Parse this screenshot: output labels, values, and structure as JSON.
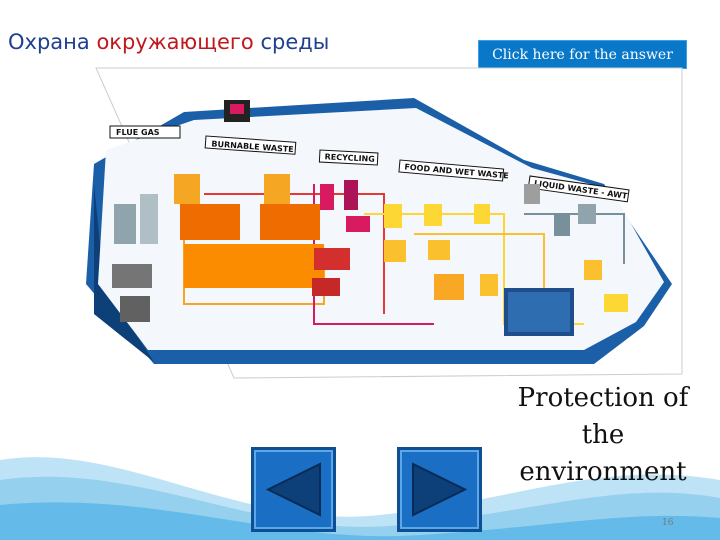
{
  "slide": {
    "title_part1": "Охрана ",
    "title_part2": "окружающего",
    "title_part3": " среды",
    "answer_button": "Click here for the answer",
    "caption_line1": "Protection of",
    "caption_line2": "the",
    "caption_line3": "environment",
    "page_number": "16"
  },
  "diagram": {
    "sections": {
      "flue_gas": "FLUE GAS",
      "burnable_waste": "BURNABLE WASTE",
      "recycling": "RECYCLING",
      "food_wet_waste": "FOOD AND WET WASTE",
      "liquid_waste": "LIQUID WASTE - AWT"
    }
  },
  "navigation": {
    "prev_icon": "triangle-left-icon",
    "next_icon": "triangle-right-icon"
  },
  "colors": {
    "title_blue": "#1f3f8f",
    "title_red": "#c0181c",
    "button_blue": "#0a78c8",
    "nav_blue": "#1a6fc4"
  }
}
